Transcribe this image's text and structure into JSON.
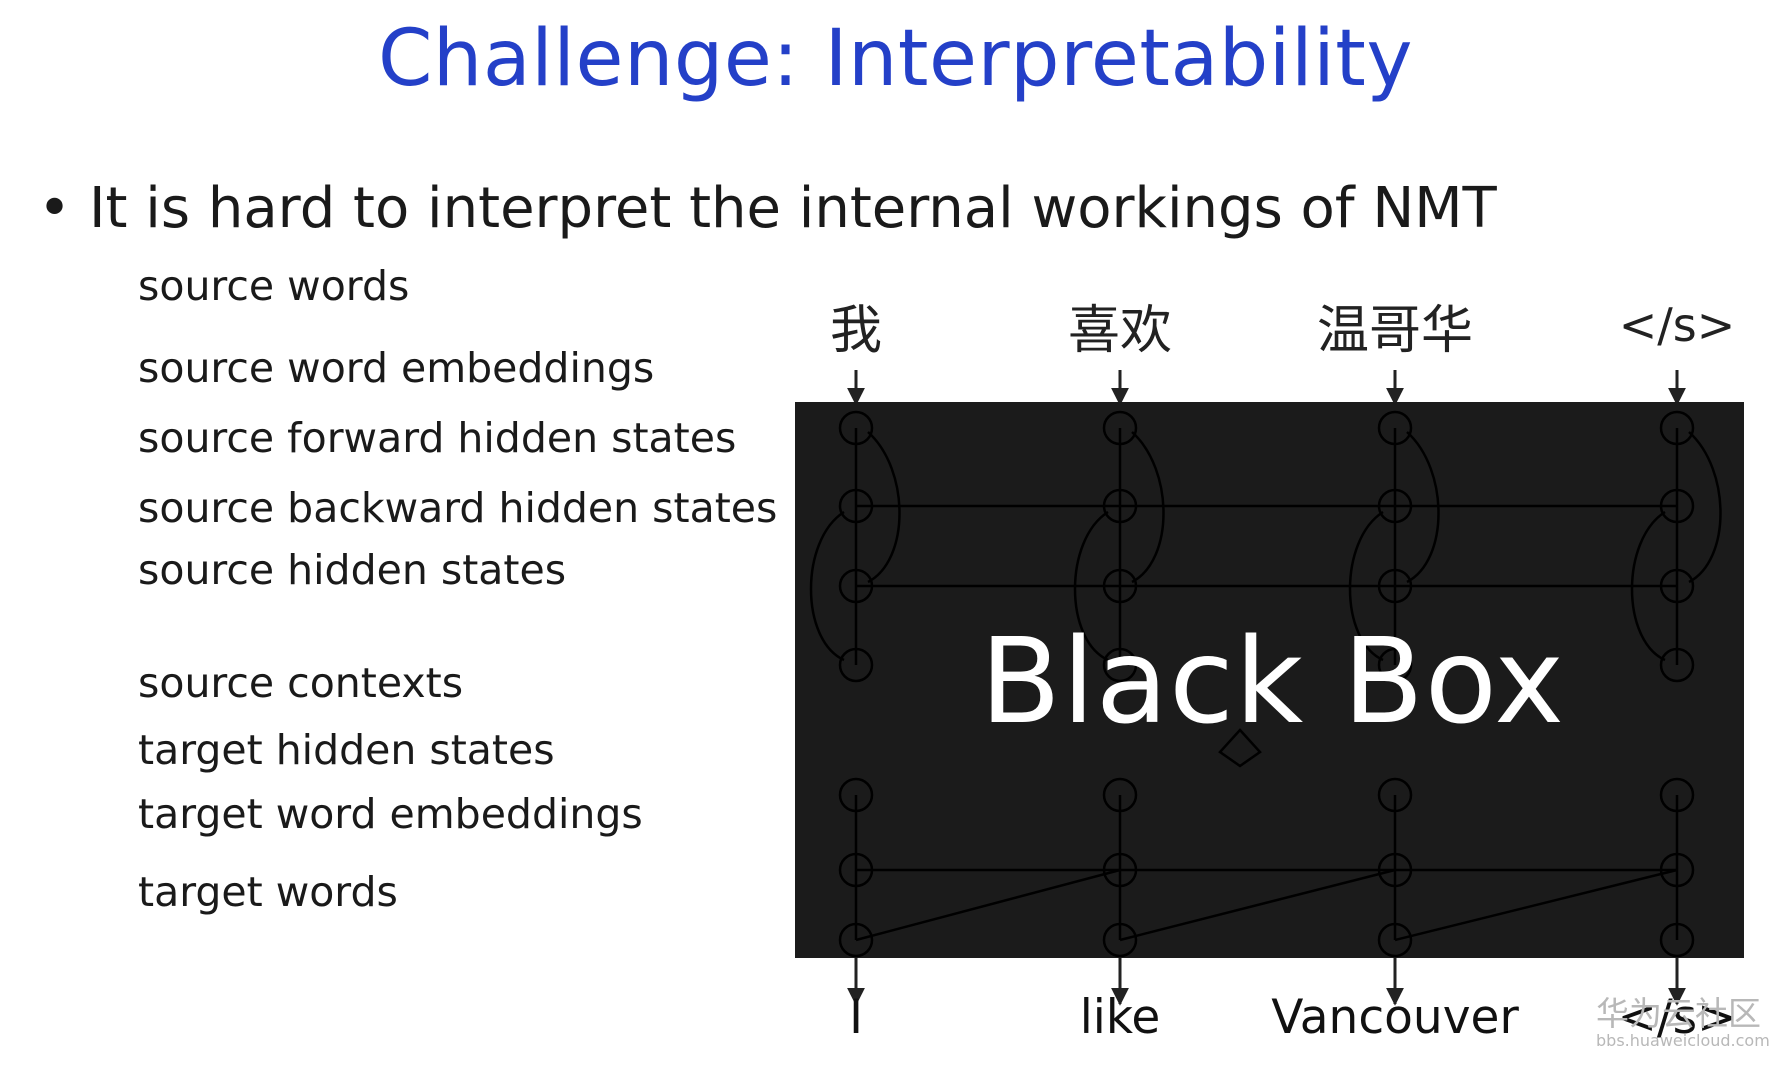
{
  "slide": {
    "title": "Challenge: Interpretability",
    "bullet": "It is hard to interpret the internal workings of NMT"
  },
  "row_labels": {
    "source_words": "source words",
    "source_word_embeddings": "source word embeddings",
    "source_forward_hidden_states": "source forward hidden states",
    "source_backward_hidden_states": "source backward hidden states",
    "source_hidden_states": "source hidden states",
    "source_contexts": "source contexts",
    "target_hidden_states": "target hidden states",
    "target_word_embeddings": "target word embeddings",
    "target_words": "target words"
  },
  "source_words": [
    "我",
    "喜欢",
    "温哥华",
    "</s>"
  ],
  "target_words": [
    "I",
    "like",
    "Vancouver",
    "</s>"
  ],
  "black_box_label": "Black Box",
  "colors": {
    "title": "#2440c8",
    "box": "#1b1b1b",
    "box_text": "#ffffff"
  },
  "watermark": {
    "main": "华为云社区",
    "url": "bbs.huaweicloud.com"
  }
}
